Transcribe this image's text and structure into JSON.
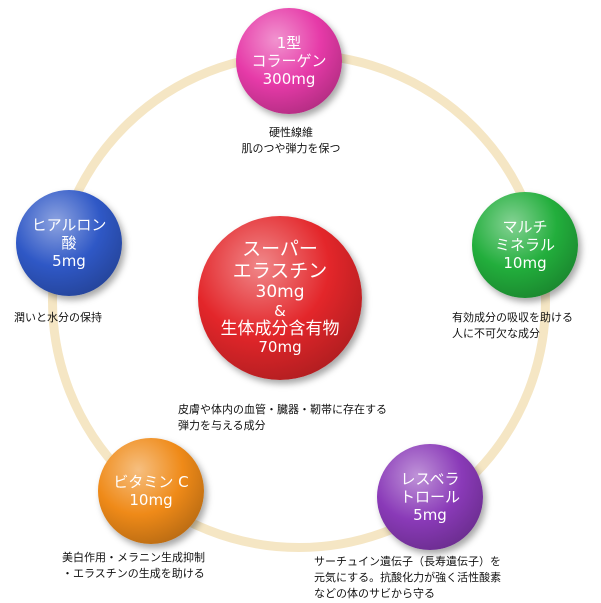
{
  "center": {
    "lines": [
      "スーパー",
      "エラスチン",
      "30mg",
      "&",
      "生体成分含有物",
      "70mg"
    ],
    "color": "#e3262a",
    "description": [
      "皮膚や体内の血管・臓器・靭帯に存在する",
      "弾力を与える成分"
    ]
  },
  "nodes": [
    {
      "id": "collagen",
      "lines": [
        "1型",
        "コラーゲン",
        "300mg"
      ],
      "color": "#e63aa8",
      "description": [
        "硬性線維",
        "肌のつや弾力を保つ"
      ]
    },
    {
      "id": "multimineral",
      "lines": [
        "マルチ",
        "ミネラル",
        "10mg"
      ],
      "color": "#22ae3c",
      "description": [
        "有効成分の吸収を助ける",
        "人に不可欠な成分"
      ]
    },
    {
      "id": "resveratrol",
      "lines": [
        "レスベラ",
        "トロール",
        "5mg"
      ],
      "color": "#8a3ab8",
      "description": [
        "サーチュイン遺伝子（長寿遺伝子）を",
        "元気にする。抗酸化力が強く活性酸素",
        "などの体のサビから守る"
      ]
    },
    {
      "id": "vitaminc",
      "lines": [
        "ビタミン C",
        "10mg"
      ],
      "color": "#ef8a18",
      "description": [
        "美白作用・メラニン生成抑制",
        "・エラスチンの生成を助ける"
      ]
    },
    {
      "id": "hyaluronic",
      "lines": [
        "ヒアルロン",
        "酸",
        "5mg"
      ],
      "color": "#2f58c6",
      "description": [
        "潤いと水分の保持"
      ]
    }
  ],
  "ring_color": "#f5e6c4"
}
